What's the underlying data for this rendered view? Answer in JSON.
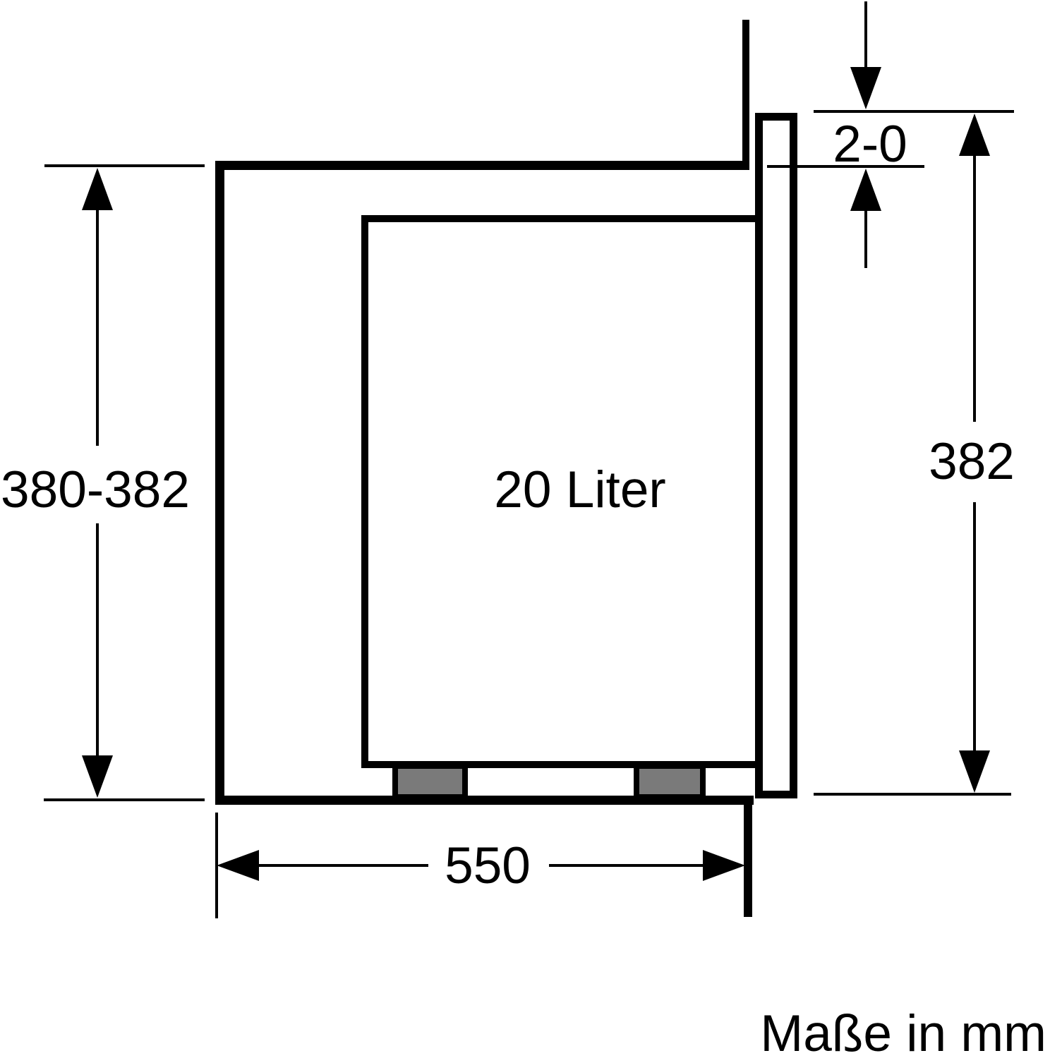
{
  "labels": {
    "niche_height": "380-382",
    "capacity": "20 Liter",
    "top_gap": "2-0",
    "appliance_height": "382",
    "niche_width": "550",
    "units_note": "Maße in mm"
  },
  "colors": {
    "line": "#000000",
    "foot_fill": "#7a7a7a",
    "background": "#ffffff"
  }
}
